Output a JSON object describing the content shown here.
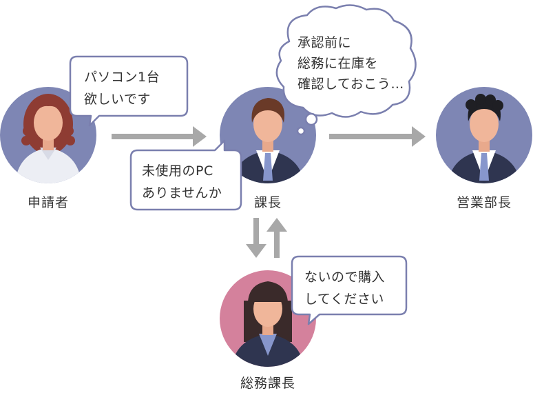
{
  "people": {
    "applicant": {
      "label": "申請者"
    },
    "section_chief": {
      "label": "課長"
    },
    "sales_manager": {
      "label": "営業部長"
    },
    "general_affairs_chief": {
      "label": "総務課長"
    }
  },
  "bubbles": {
    "applicant_request": {
      "lines": [
        "パソコン1台",
        "欲しいです"
      ]
    },
    "chief_query": {
      "lines": [
        "未使用のPC",
        "ありませんか"
      ]
    },
    "chief_thought": {
      "lines": [
        "承認前に",
        "総務に在庫を",
        "確認しておこう…"
      ]
    },
    "ga_reply": {
      "lines": [
        "ないので購入",
        "してください"
      ]
    }
  },
  "colors": {
    "circle_blue": "#7e86b4",
    "circle_pink": "#d4819c",
    "arrow_gray": "#a8a8a8",
    "bubble_border": "#7a7fae",
    "skin": "#f0b69a",
    "suit_navy": "#2f3550",
    "tie_blue": "#8796cc"
  }
}
